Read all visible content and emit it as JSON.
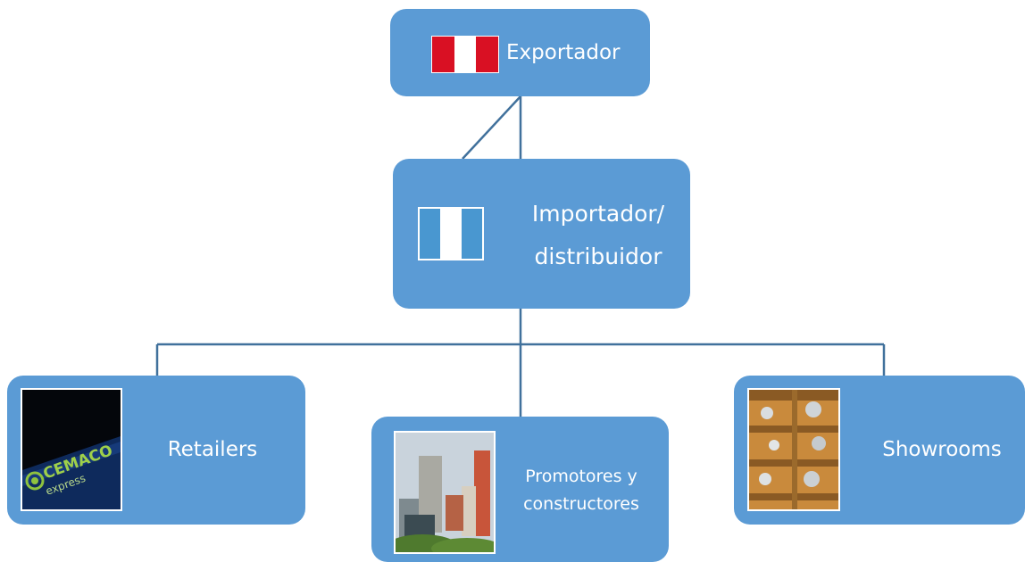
{
  "nodes": {
    "exporter": {
      "label": "Exportador"
    },
    "importer": {
      "label_line1": "Importador/",
      "label_line2": "distribuidor"
    },
    "retailers": {
      "label": "Retailers"
    },
    "builders": {
      "label_line1": "Promotores y",
      "label_line2": "constructores"
    },
    "showrooms": {
      "label": "Showrooms"
    }
  },
  "images": {
    "retailers_sign": {
      "text_line1": "CEMACO",
      "text_line2": "express"
    }
  },
  "colors": {
    "box": "#5b9bd5",
    "connector": "#41719c",
    "peru_red": "#d91023",
    "guatemala_blue": "#4997d0"
  }
}
